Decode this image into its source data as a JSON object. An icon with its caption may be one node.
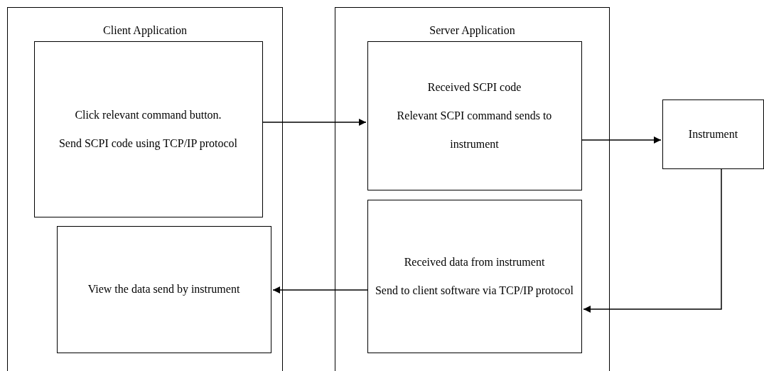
{
  "diagram": {
    "nodes": [
      {
        "text": [
          "Client Application"
        ]
      },
      {
        "text": [
          "Click relevant command button.",
          "Send SCPI code using TCP/IP protocol"
        ],
        "in": 0
      },
      {
        "text": [
          "View the data send by instrument"
        ],
        "in": 0
      },
      {
        "text": [
          "Server Application"
        ]
      },
      {
        "text": [
          "Received SCPI code",
          "Relevant SCPI command sends to instrument"
        ],
        "in": 3
      },
      {
        "text": [
          "Received data from instrument",
          "Send to client software via TCP/IP protocol"
        ],
        "in": 3
      },
      {
        "text": [
          "Instrument"
        ]
      }
    ],
    "edges": [
      {
        "from": 1,
        "to": 4,
        "arrow": "to"
      },
      {
        "from": 4,
        "to": 6,
        "arrow": "to"
      },
      {
        "from": 6,
        "to": 5,
        "arrow": "to"
      },
      {
        "from": 5,
        "to": 2,
        "arrow": "to"
      }
    ]
  }
}
